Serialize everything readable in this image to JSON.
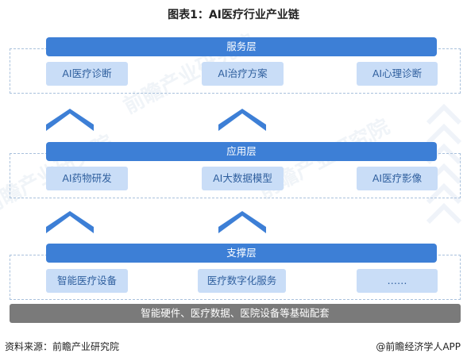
{
  "title": "图表1：AI医疗行业产业链",
  "layers": [
    {
      "label": "服务层",
      "items": [
        "AI医疗诊断",
        "AI治疗方案",
        "AI心理诊断"
      ]
    },
    {
      "label": "应用层",
      "items": [
        "AI药物研发",
        "AI大数据模型",
        "AI医疗影像"
      ]
    },
    {
      "label": "支撑层",
      "items": [
        "智能医疗设备",
        "医疗数字化服务",
        "……"
      ]
    }
  ],
  "base": "智能硬件、医疗数据、医院设备等基础配套",
  "footer": {
    "source": "资料来源：前瞻产业研究院",
    "credit": "@前瞻经济学人APP"
  },
  "watermark": "前瞻产业研究院",
  "colors": {
    "layer_bar": "#3d7fd6",
    "item_box": "#c9ddf7",
    "item_text": "#2f5f9e",
    "chevron": "#3d7fd6",
    "base_bar": "#7a7a7a",
    "dashed_border": "#a9c1dc"
  }
}
